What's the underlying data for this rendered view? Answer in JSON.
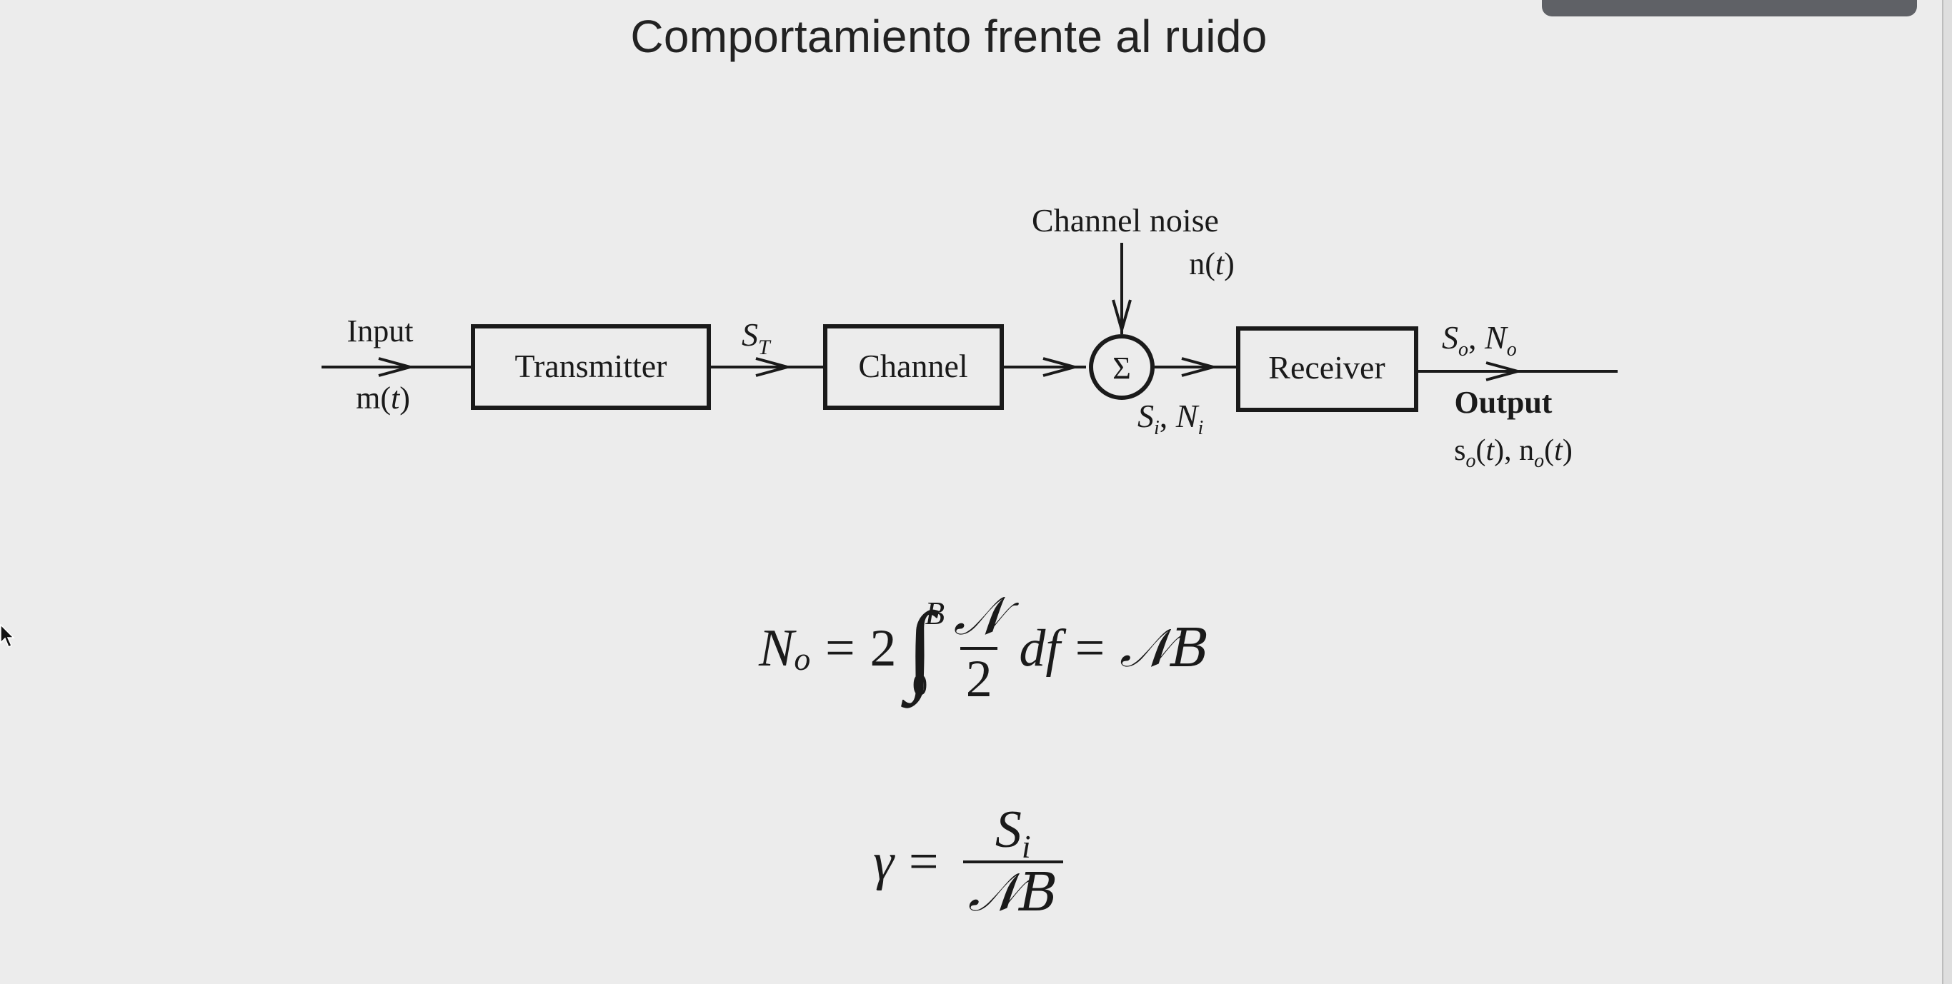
{
  "slide": {
    "title": "Comportamiento frente al ruido"
  },
  "diagram": {
    "input_label": "Input",
    "input_signal": "m(t)",
    "transmitter_label": "Transmitter",
    "transmit_power": "S_T",
    "channel_label": "Channel",
    "noise_label": "Channel noise",
    "noise_signal": "n(t)",
    "summer_symbol": "Σ",
    "receiver_input": "S_i, N_i",
    "receiver_label": "Receiver",
    "output_power": "S_o, N_o",
    "output_label": "Output",
    "output_signals": "s_o(t), n_o(t)"
  },
  "equations": {
    "noise_power": {
      "lhs": "N",
      "lhs_sub": "o",
      "equals": "=",
      "coef": "2",
      "integral": "∫",
      "upper": "B",
      "lower": "0",
      "num": "𝒩",
      "den": "2",
      "diff": "df",
      "equals2": "=",
      "rhs": "𝒩B"
    },
    "snr": {
      "lhs": "γ",
      "equals": "=",
      "num": "S",
      "num_sub": "i",
      "den": "𝒩B"
    }
  },
  "colors": {
    "background": "#ececec",
    "ink": "#1a1a1a",
    "panel": "#5f6166"
  },
  "icons": {
    "cursor": "arrow-pointer-icon"
  }
}
